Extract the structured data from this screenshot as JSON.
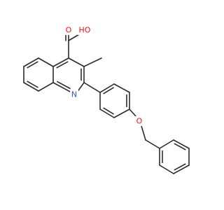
{
  "colors": {
    "bond": "#2b2b2b",
    "oxygen": "#ff0d0d",
    "nitrogen": "#3050f8"
  },
  "labels": {
    "hydroxyl": "HO",
    "carbonyl_oxygen": "O",
    "ring_nitrogen": "N",
    "ether_oxygen": "O"
  }
}
